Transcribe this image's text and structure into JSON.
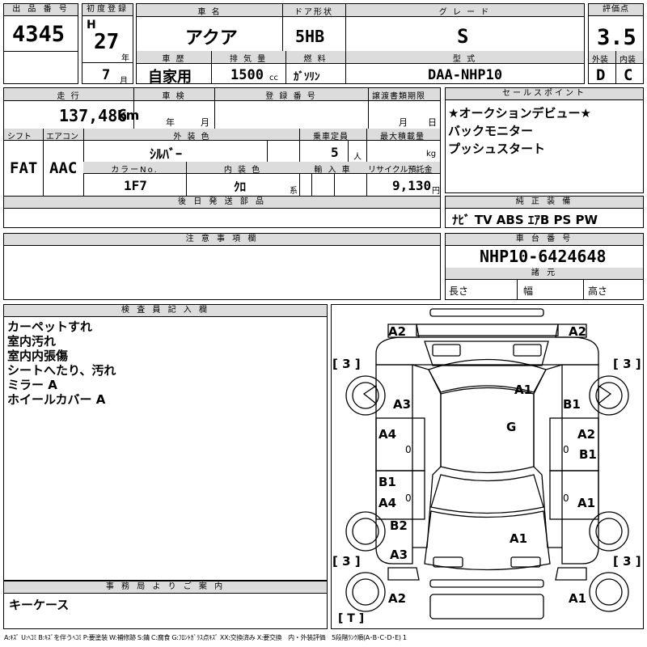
{
  "header": {
    "lot_label": "出 品 番 号",
    "lot": "4345",
    "first_reg_label": "初度登録",
    "era": "H",
    "year": "27",
    "year_unit": "年",
    "month": "7",
    "month_unit": "月",
    "car_name_label": "車 名",
    "car_name": "アクア",
    "door_label": "ドア形状",
    "door": "5HB",
    "grade_label": "グ レ ー ド",
    "grade": "S",
    "score_label": "評価点",
    "score": "3.5",
    "history_label": "車 歴",
    "history": "自家用",
    "displacement_label": "排 気 量",
    "displacement": "1500",
    "displacement_unit": "cc",
    "fuel_label": "燃 料",
    "fuel": "ｶﾞｿﾘﾝ",
    "model_label": "型 式",
    "model": "DAA-NHP10",
    "ext_label": "外装",
    "ext_score": "D",
    "int_label": "内装",
    "int_score": "C"
  },
  "row2": {
    "mileage_label": "走 行",
    "mileage": "137,486",
    "mileage_unit": "km",
    "inspection_label": "車 検",
    "insp_year": "年",
    "insp_month": "月",
    "reg_no_label": "登 録 番 号",
    "transfer_label": "譲渡書類期限",
    "transfer_month": "月",
    "transfer_day": "日",
    "shift_label": "シフト",
    "shift": "FAT",
    "ac_label": "エアコン",
    "ac": "AAC",
    "ext_color_label": "外 装 色",
    "ext_color": "ｼﾙﾊﾞｰ",
    "capacity_label": "乗車定員",
    "capacity": "5",
    "capacity_unit": "人",
    "load_label": "最大積載量",
    "load_unit": "kg",
    "color_no_label": "カラーNo.",
    "color_no": "1F7",
    "int_color_label": "内 装 色",
    "int_color": "ｸﾛ",
    "int_color_unit": "系",
    "import_label": "輸 入 車",
    "recycle_label": "リサイクル預託金",
    "recycle": "9,130",
    "recycle_unit": "円"
  },
  "selling_points": {
    "label": "セールスポイント",
    "items": [
      "★オークションデビュー★",
      "バックモニター",
      "プッシュスタート"
    ]
  },
  "later_parts_label": "後 日 発 送 部 品",
  "genuine": {
    "label": "純 正 装 備",
    "items": "ﾅﾋﾞ TV ABS ｴｱB PS PW"
  },
  "notes_label": "注 意 事 項 欄",
  "chassis": {
    "label": "車 台 番 号",
    "value": "NHP10-6424648",
    "specs_label": "諸 元",
    "length": "長さ",
    "width": "幅",
    "height": "高さ"
  },
  "inspector": {
    "label": "検 査 員 記 入 欄",
    "lines": [
      "カーペットすれ",
      "室内汚れ",
      "室内内張傷",
      "シートへたり、汚れ",
      "ミラー A",
      "ホイールカバー A"
    ]
  },
  "office": {
    "label": "事 務 局 よ り ご 案 内",
    "text": "キーケース"
  },
  "diagram_marks": {
    "a2_fl": "A2",
    "a2_fr": "A2",
    "t3_tl": "[ 3 ]",
    "t3_tr": "[ 3 ]",
    "a1_roof": "A1",
    "a3_fl": "A3",
    "b1_fr": "B1",
    "g_glass": "G",
    "a4_l": "A4",
    "a2_r": "A2",
    "b1_r": "B1",
    "zero_l": "0",
    "zero_r": "0",
    "b1_l2": "B1",
    "a4_l2": "A4",
    "a1_r2": "A1",
    "zero_l2": "0",
    "zero_r2": "0",
    "b2_rl": "B2",
    "a1_trunk": "A1",
    "a3_rl": "A3",
    "t3_bl": "[ 3 ]",
    "t3_br": "[ 3 ]",
    "a2_rl": "A2",
    "a1_rr": "A1",
    "t_spare": "[ T ]"
  },
  "legend": "A:ｷｽﾞ U:ﾍｺﾐ B:ｷｽﾞを伴うﾍｺﾐ P:要塗装 W:補修跡 S:錆 C:腐食 G:ﾌﾛﾝﾄｶﾞﾗｽ点ｷｽﾞ XX:交換済み X:要交換　内・外装評価　5段階ﾗﾝｸ順(A･B･C･D･E) 1"
}
